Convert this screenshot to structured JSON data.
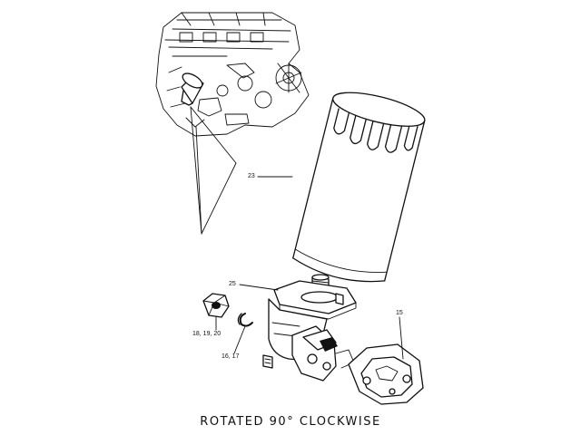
{
  "callouts": {
    "filter_cartridge": "23",
    "adaptor": "25",
    "gasket": "15",
    "nut": "18, 19, 20",
    "washer": "16, 17"
  },
  "caption": "ROTATED 90° CLOCKWISE",
  "colors": {
    "line": "#111111",
    "background": "#ffffff"
  }
}
